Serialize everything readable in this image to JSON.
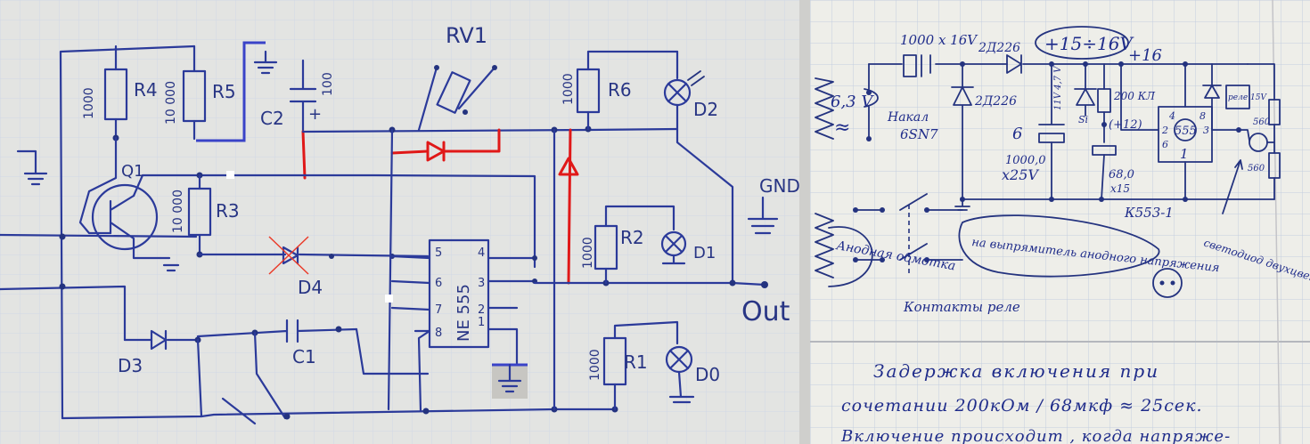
{
  "left": {
    "labels": {
      "rv1": "RV1",
      "r4": "R4",
      "r4v": "1000",
      "r5": "R5",
      "r5v": "10 000",
      "c2": "C2",
      "c2v": "100",
      "plus": "+",
      "r6": "R6",
      "r6v": "1000",
      "d2": "D2",
      "q1": "Q1",
      "r3": "R3",
      "r3v": "10 000",
      "d4": "D4",
      "gnd": "GND",
      "r2": "R2",
      "r2v": "1000",
      "d1": "D1",
      "out": "Out",
      "d3": "D3",
      "c1": "C1",
      "r1": "R1",
      "r1v": "1000",
      "d0": "D0",
      "chip": "NE 555",
      "pin5": "5",
      "pin6": "6",
      "pin7": "7",
      "pin8": "8",
      "pin4": "4",
      "pin3": "3",
      "pin2": "2",
      "pin1": "1"
    }
  },
  "right": {
    "labels": {
      "cap_top": "1000 x 16V",
      "diode_top": "2Д226",
      "diode_mid": "2Д226",
      "voltage_box": "+15÷16V",
      "plus16": "+16",
      "v63": "6,3 V",
      "approx": "≈",
      "nakal": "Накал",
      "tube": "6SN7",
      "cap_big_num": "6",
      "cap_big": "1000,0",
      "cap_big_v": "x25V",
      "zener_v": "11V 4,7 V",
      "si": "Si",
      "r200": "200 КЛ",
      "r12": "(+12)",
      "c68": "68,0",
      "c68v": "x15",
      "k553": "К553-1",
      "chip555": "555",
      "chip_num": "1",
      "pin4": "4",
      "pin8": "8",
      "pin2": "2",
      "pin3": "3",
      "pin6": "6",
      "zener15": "реле 15V",
      "r560a": "560",
      "r560b": "560",
      "anode_winding": "Анодная обмотка",
      "to_rect": "на выпрямитель анодного напряжения",
      "relay_contacts": "Контакты реле",
      "led_note": "светодиод двухцветный красн/зелен.",
      "note1": "Задержка включения при",
      "note2": "сочетании  200кОм / 68мкф ≈ 25сек.",
      "note3": "Включение  происходит , когда  напряже-"
    }
  }
}
